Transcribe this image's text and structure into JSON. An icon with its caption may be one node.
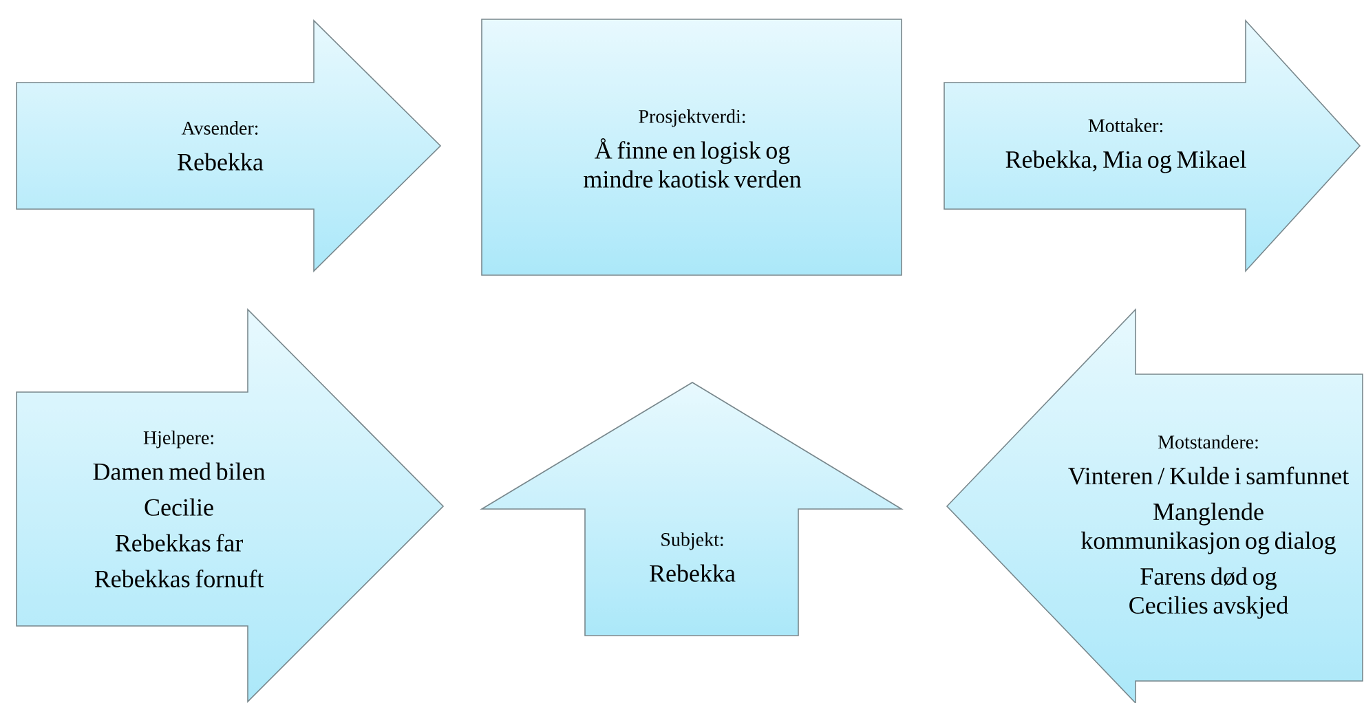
{
  "diagram": {
    "nodes": [
      {
        "text": [
          "Avsender:",
          "Rebekka"
        ]
      },
      {
        "text": [
          "Prosjektverdi:",
          "Å finne en logisk og mindre kaotisk verden"
        ]
      },
      {
        "text": [
          "Mottaker:",
          "Rebekka, Mia og Mikael"
        ]
      },
      {
        "text": [
          "Hjelpere:",
          "Damen med bilen",
          "Cecilie",
          "Rebekkas far",
          "Rebekkas fornuft"
        ]
      },
      {
        "text": [
          "Subjekt:",
          "Rebekka"
        ]
      },
      {
        "text": [
          "Motstandere:",
          "Vinteren / Kulde i samfunnet",
          "Manglende kommunikasjon og dialog",
          "Farens død og Cecilies avskjed"
        ]
      }
    ]
  }
}
